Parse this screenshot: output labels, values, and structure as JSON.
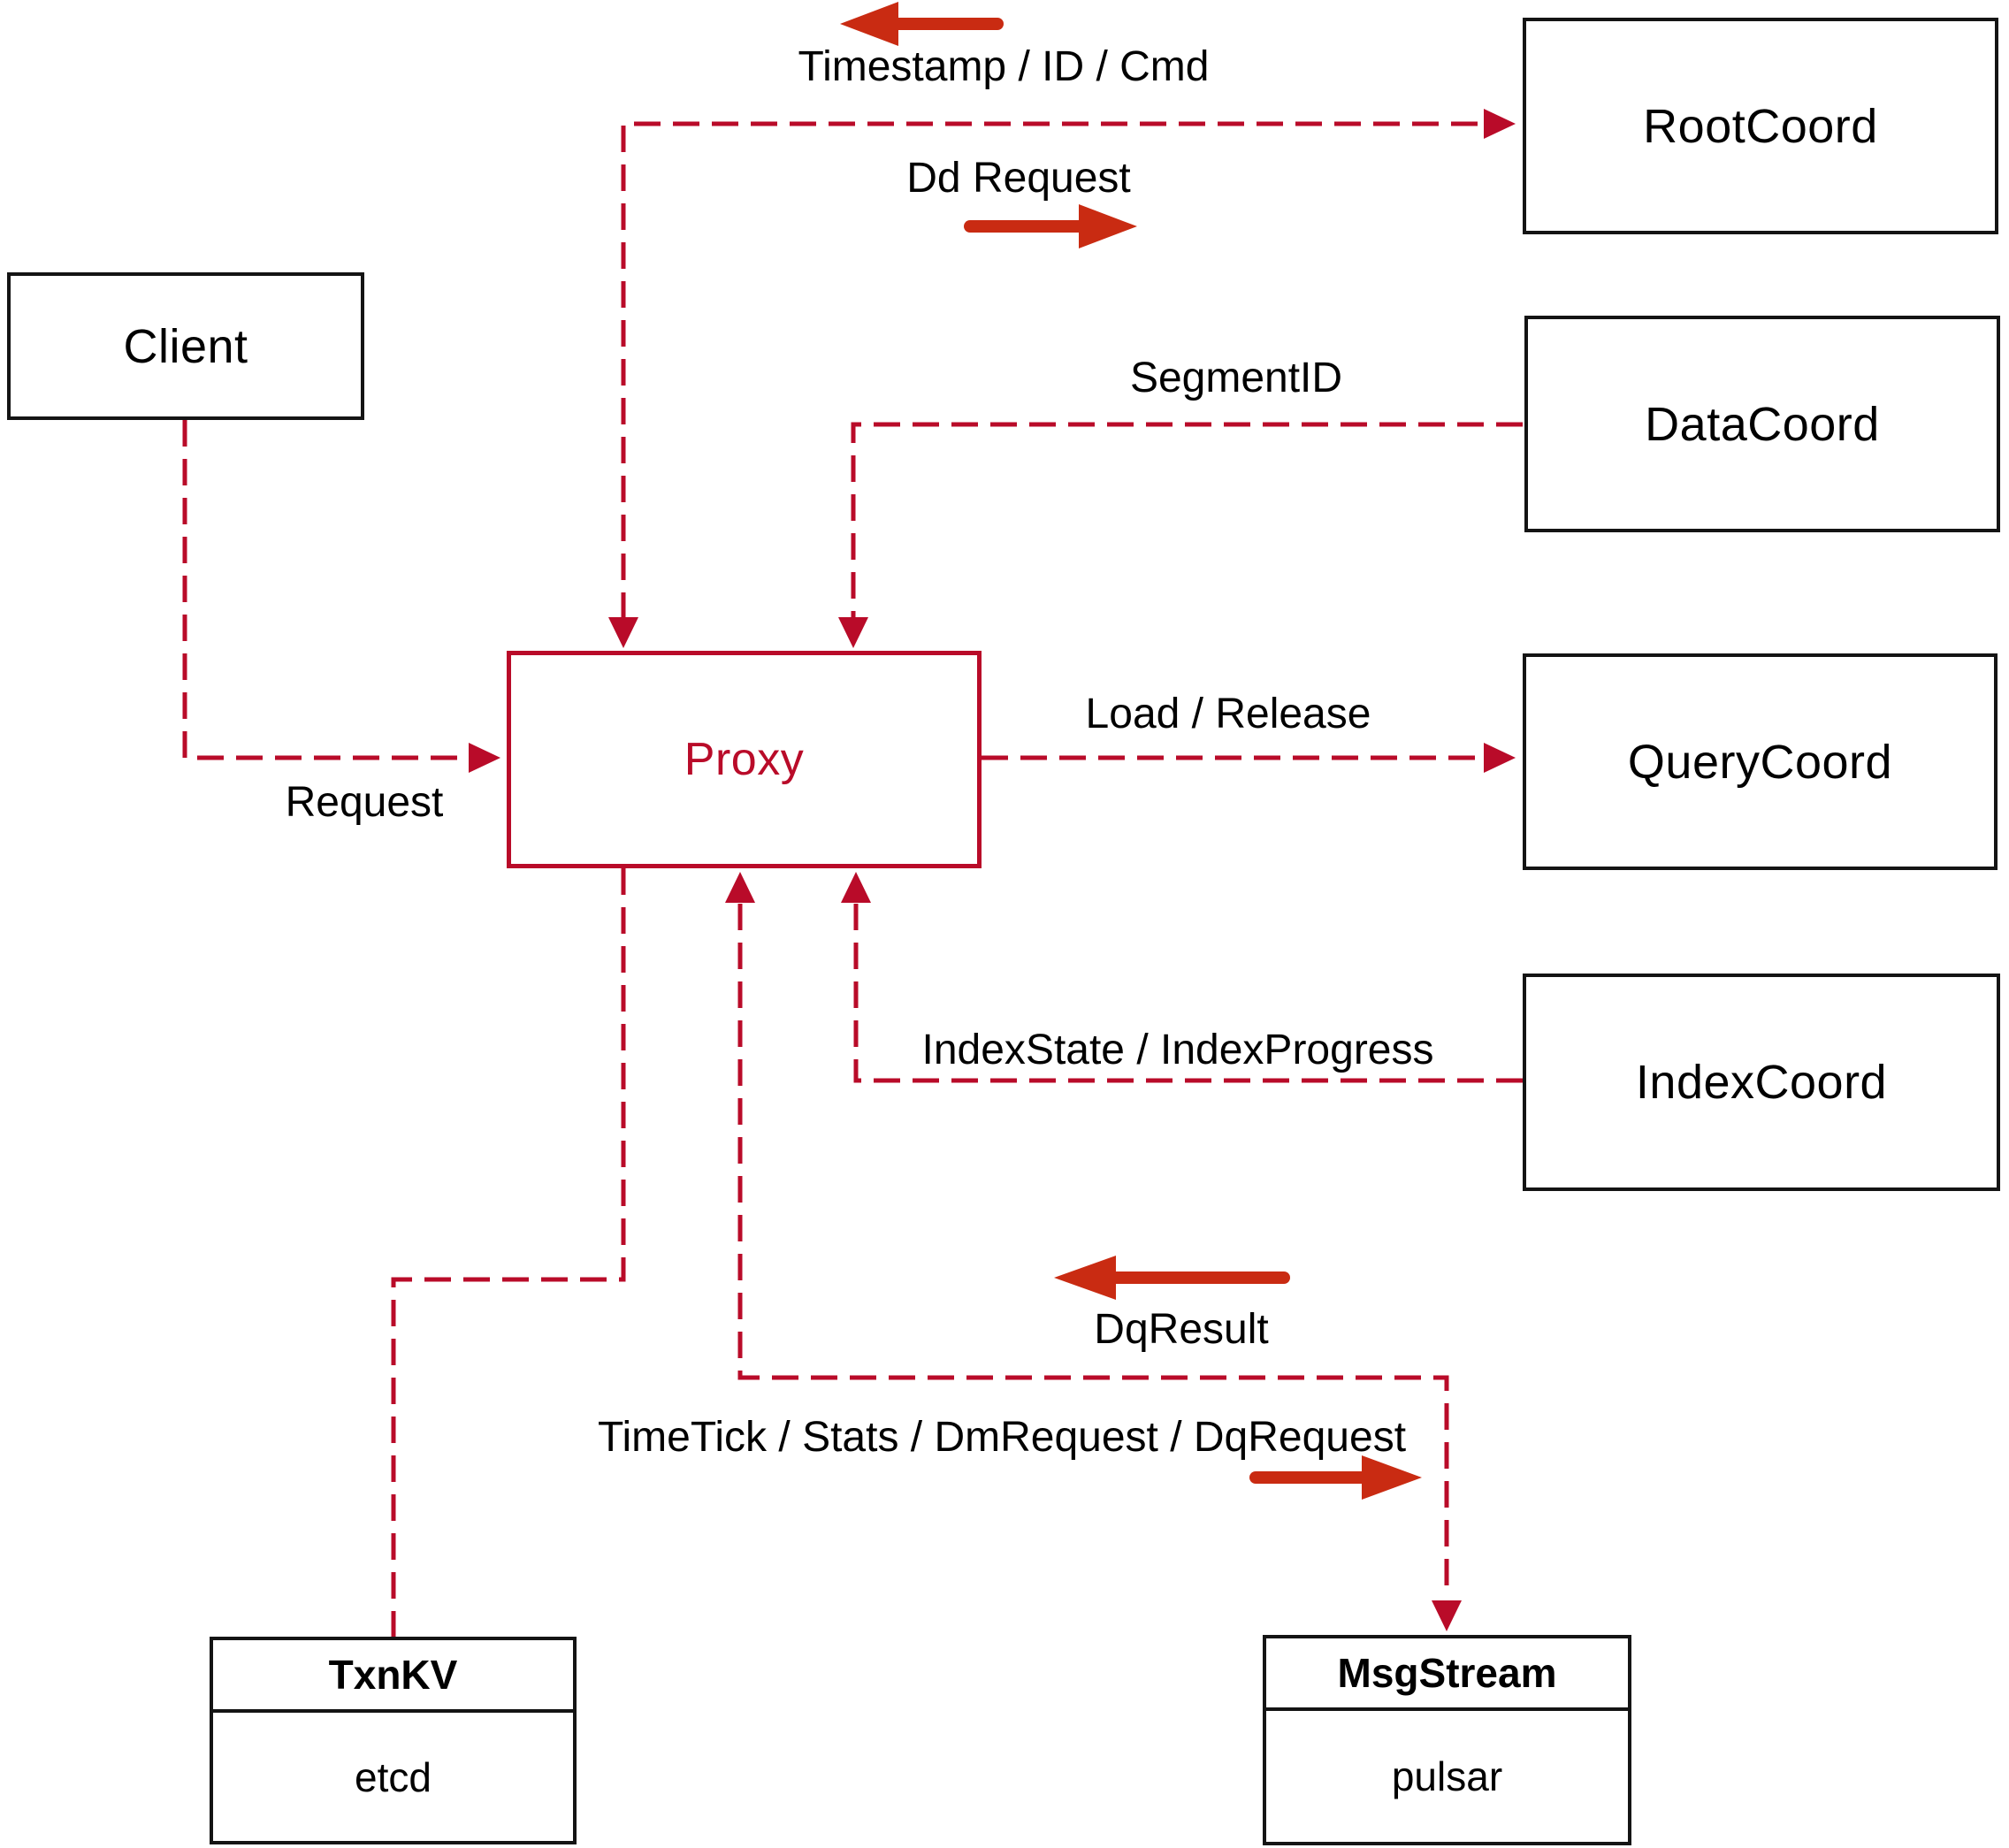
{
  "nodes": {
    "client": {
      "label": "Client"
    },
    "rootcoord": {
      "label": "RootCoord"
    },
    "datacoord": {
      "label": "DataCoord"
    },
    "querycoord": {
      "label": "QueryCoord"
    },
    "indexcoord": {
      "label": "IndexCoord"
    },
    "proxy": {
      "label": "Proxy"
    },
    "txnkv": {
      "title": "TxnKV",
      "impl": "etcd"
    },
    "msgstream": {
      "title": "MsgStream",
      "impl": "pulsar"
    }
  },
  "edge_labels": {
    "timestamp_id_cmd": "Timestamp / ID / Cmd",
    "dd_request": "Dd Request",
    "segment_id": "SegmentID",
    "request": "Request",
    "load_release": "Load / Release",
    "index_state_progress": "IndexState / IndexProgress",
    "dq_result": "DqResult",
    "time_tick": "TimeTick / Stats / DmRequest / DqRequest"
  },
  "colors": {
    "dashed_line": "#b90b29",
    "proxy_accent": "#b90b29",
    "solid_arrow": "#c92b12",
    "box_border": "#141414",
    "text": "#000000",
    "background": "#ffffff"
  }
}
